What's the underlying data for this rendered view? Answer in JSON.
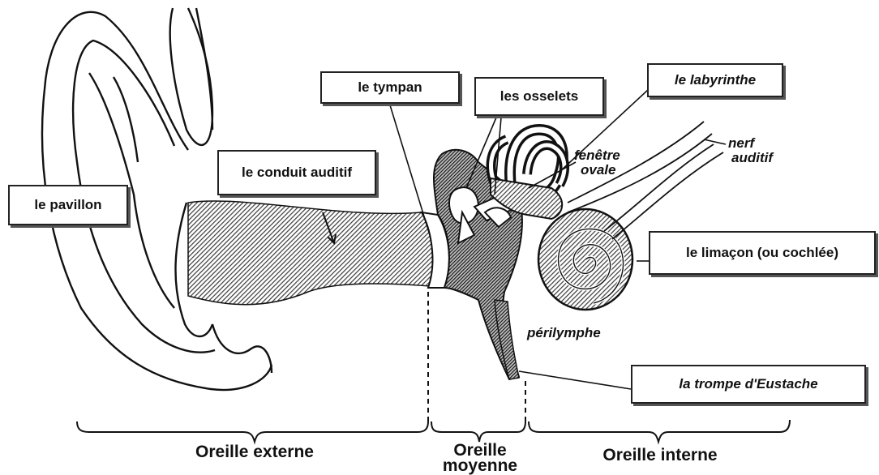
{
  "labels": {
    "pavillon": "le pavillon",
    "conduit": "le conduit auditif",
    "tympan": "le tympan",
    "osselets": "les osselets",
    "labyrinthe": "le labyrinthe",
    "fenetre_line1": "fenêtre",
    "fenetre_line2": "ovale",
    "nerf_line1": "nerf",
    "nerf_line2": "auditif",
    "limacon": "le limaçon (ou cochlée)",
    "perilymphe": "périlymphe",
    "trompe": "la trompe d'Eustache"
  },
  "sections": {
    "externe": "Oreille externe",
    "moyenne_line1": "Oreille",
    "moyenne_line2": "moyenne",
    "interne": "Oreille interne"
  },
  "colors": {
    "ink": "#111111",
    "hatch": "#3a3a3a",
    "background": "#ffffff"
  }
}
